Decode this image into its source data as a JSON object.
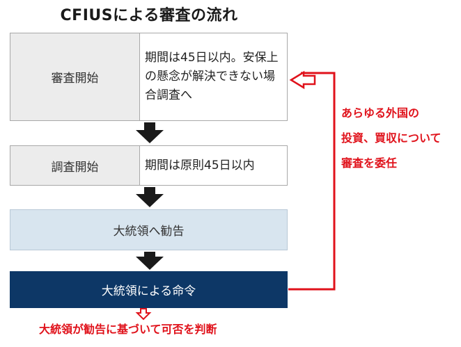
{
  "title": "CFIUSによる審査の流れ",
  "steps": {
    "review_start": {
      "label": "審査開始",
      "note": "期間は45日以内。安保上の懸念が解決できない場合調査へ"
    },
    "investigation_start": {
      "label": "調査開始",
      "note": "期間は原則45日以内"
    },
    "advise_president": "大統領へ勧告",
    "president_order": "大統領による命令"
  },
  "side_note": {
    "lines": [
      "あらゆる外国の",
      "投資、買収について",
      "審査を委任"
    ]
  },
  "bottom_note": "大統領が勧告に基づいて可否を判断",
  "colors": {
    "accent_red": "#e0121b",
    "order_box": "#0d3766",
    "advise_box": "#d8e5ef",
    "label_box": "#ececec",
    "arrow": "#1a1a1a"
  }
}
